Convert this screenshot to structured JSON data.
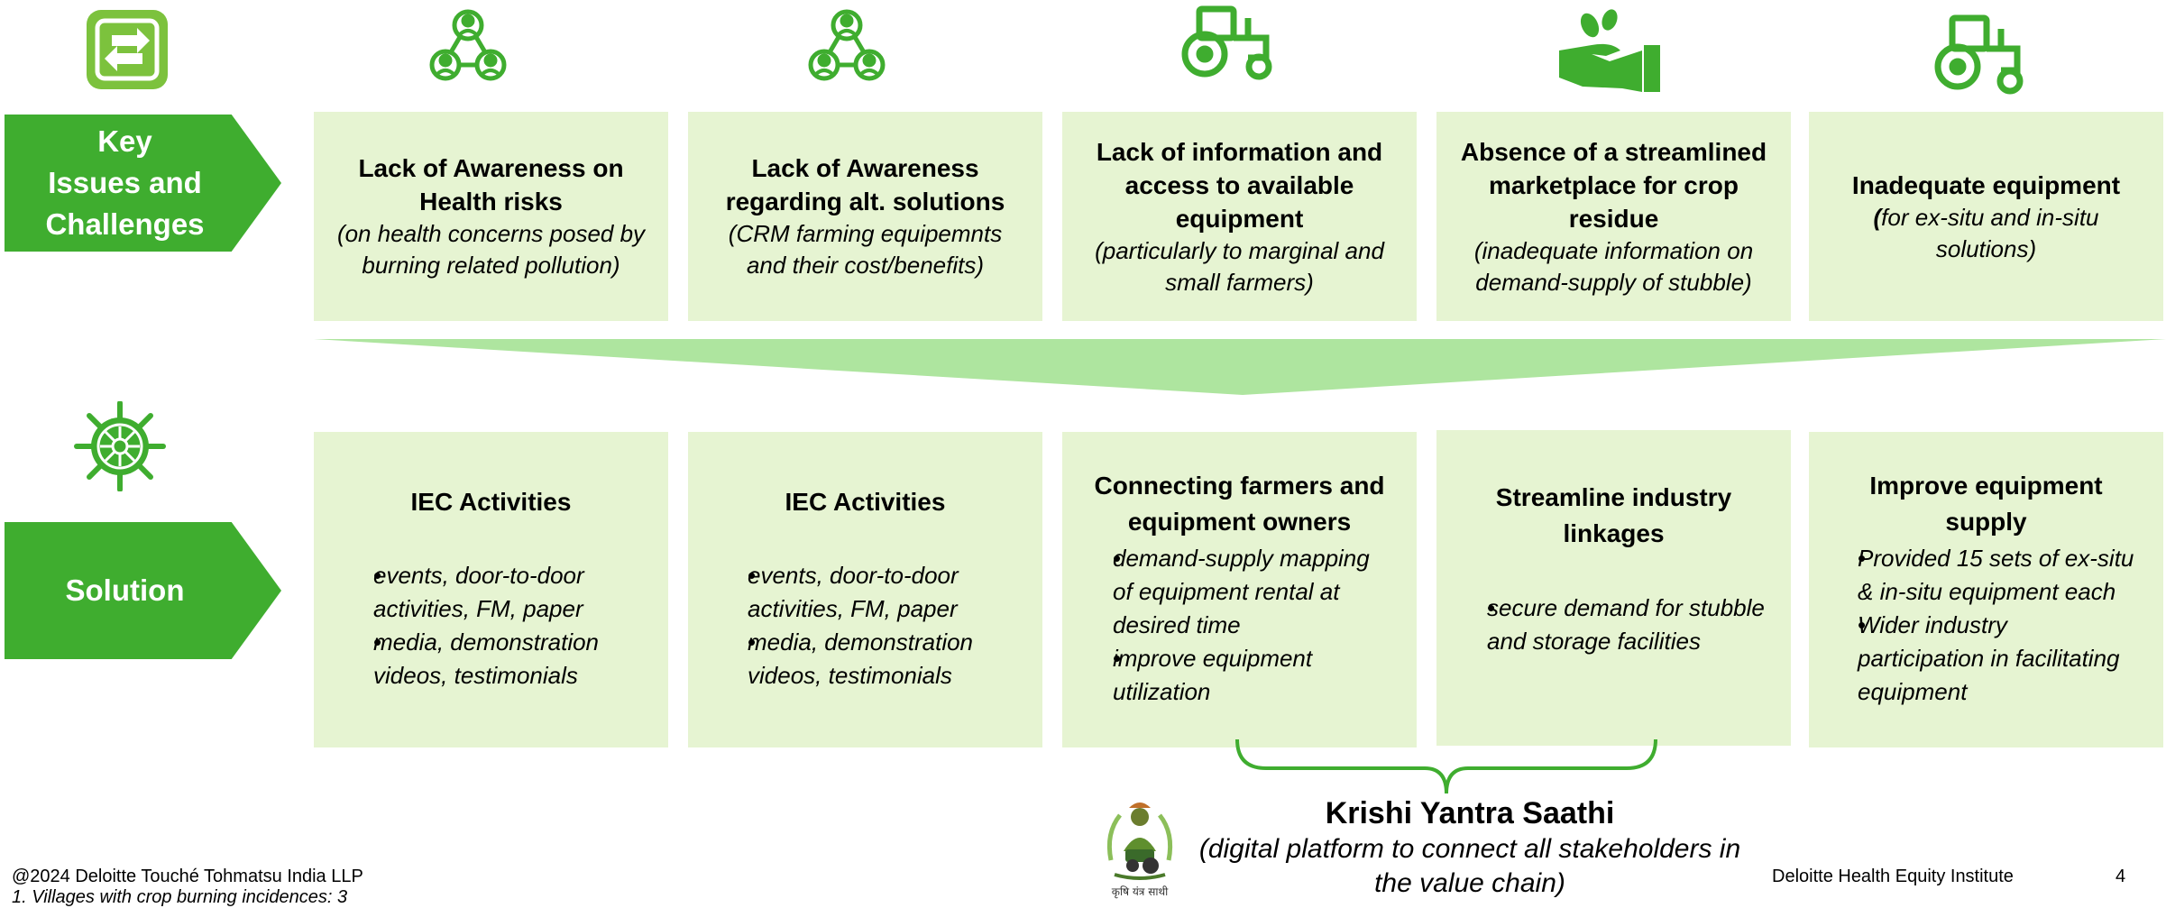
{
  "colors": {
    "accent": "#3fad2f",
    "card": "#e6f4d2",
    "funnel": "#aee59f"
  },
  "row_labels": {
    "issues": [
      "Key",
      "Issues and",
      "Challenges"
    ],
    "solution": "Solution"
  },
  "icons": {
    "top_left": "swap-arrows-icon",
    "col1": "people-network-icon",
    "col2": "people-network-icon",
    "col3": "tractor-icon",
    "col4": "hand-coins-icon",
    "col5": "tractor-icon",
    "solution": "ship-wheel-icon"
  },
  "issues": [
    {
      "title": [
        "Lack of Awareness on",
        "Health risks"
      ],
      "subtitle": [
        "(on health concerns posed by",
        "burning related pollution)"
      ]
    },
    {
      "title": [
        "Lack of Awareness",
        "regarding alt. solutions"
      ],
      "subtitle": [
        "(CRM farming equipemnts",
        "and their cost/benefits)"
      ]
    },
    {
      "title": [
        "Lack of information and",
        "access to available",
        "equipment"
      ],
      "subtitle": [
        "(particularly to marginal and",
        "small farmers)"
      ]
    },
    {
      "title": [
        "Absence of a streamlined",
        "marketplace for crop",
        "residue"
      ],
      "subtitle": [
        "(inadequate information on",
        "demand-supply of stubble)"
      ]
    },
    {
      "title": [
        "Inadequate equipment"
      ],
      "subtitle_bold_open": "(",
      "subtitle": [
        "for ex-situ and in-situ",
        "solutions)"
      ]
    }
  ],
  "solutions": [
    {
      "title": [
        "IEC Activities"
      ],
      "bullets": [
        [
          "events, door-to-door",
          "activities, FM, paper"
        ],
        [
          "media, demonstration",
          "videos, testimonials"
        ]
      ]
    },
    {
      "title": [
        "IEC Activities"
      ],
      "bullets": [
        [
          "events, door-to-door",
          "activities, FM, paper"
        ],
        [
          "media, demonstration",
          "videos, testimonials"
        ]
      ]
    },
    {
      "title": [
        "Connecting farmers and",
        "equipment owners"
      ],
      "bullets": [
        [
          "demand-supply mapping",
          "of  equipment rental at",
          "desired time"
        ],
        [
          "improve equipment",
          "utilization"
        ]
      ]
    },
    {
      "title": [
        "Streamline industry",
        "linkages"
      ],
      "bullets": [
        [
          "secure demand for stubble",
          "and storage facilities"
        ]
      ]
    },
    {
      "title": [
        "Improve equipment",
        "supply"
      ],
      "bullets": [
        [
          "Provided 15 sets of ex-situ",
          "& in-situ equipment each"
        ],
        [
          "Wider industry",
          "participation in facilitating",
          "equipment"
        ]
      ]
    }
  ],
  "platform": {
    "name": "Krishi Yantra Saathi",
    "desc_line1": "(digital platform to connect all stakeholders in",
    "desc_line2": "the value chain)",
    "logo_caption": "कृषि यंत्र साथी"
  },
  "footer": {
    "copyright": "@2024 Deloitte Touché Tohmatsu India LLP",
    "footnote": "1. Villages with crop burning incidences: 3",
    "org": "Deloitte Health Equity Institute",
    "page": "4"
  }
}
